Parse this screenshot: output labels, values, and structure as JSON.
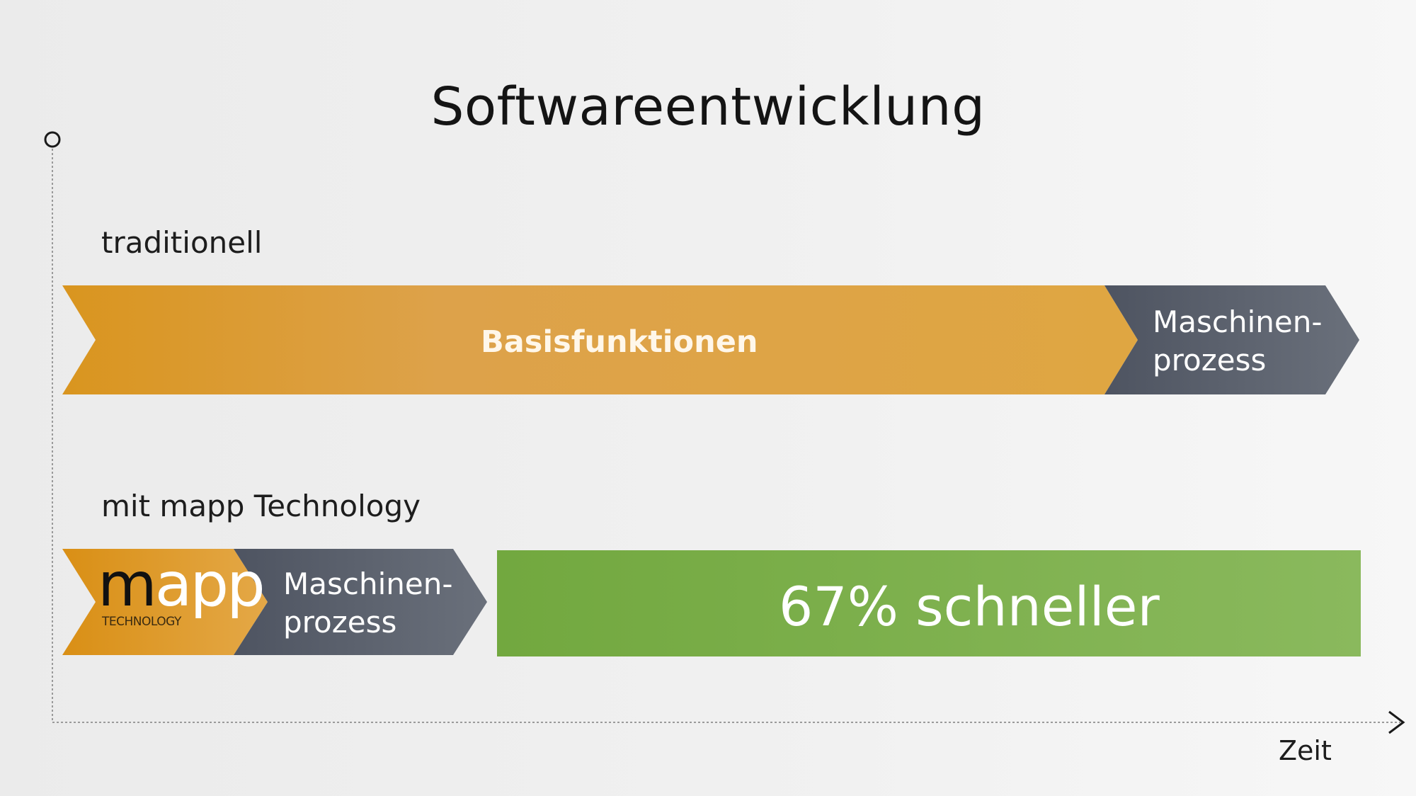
{
  "title": "Softwareentwicklung",
  "axis": {
    "x_label": "Zeit"
  },
  "rows": {
    "traditional": {
      "label": "traditionell",
      "segments": [
        {
          "label": "Basisfunktionen"
        },
        {
          "label_line1": "Maschinen-",
          "label_line2": "prozess"
        }
      ]
    },
    "mapp": {
      "label": "mit mapp Technology",
      "logo": {
        "word_first": "m",
        "word_rest": "app",
        "subtitle": "TECHNOLOGY"
      },
      "segments": [
        {
          "label_line1": "Maschinen-",
          "label_line2": "prozess"
        }
      ],
      "result": "67% schneller"
    }
  },
  "colors": {
    "orange": "#dba040",
    "dark_gray": "#5b616d",
    "green": "#79ad4a",
    "background": "#efefef"
  }
}
